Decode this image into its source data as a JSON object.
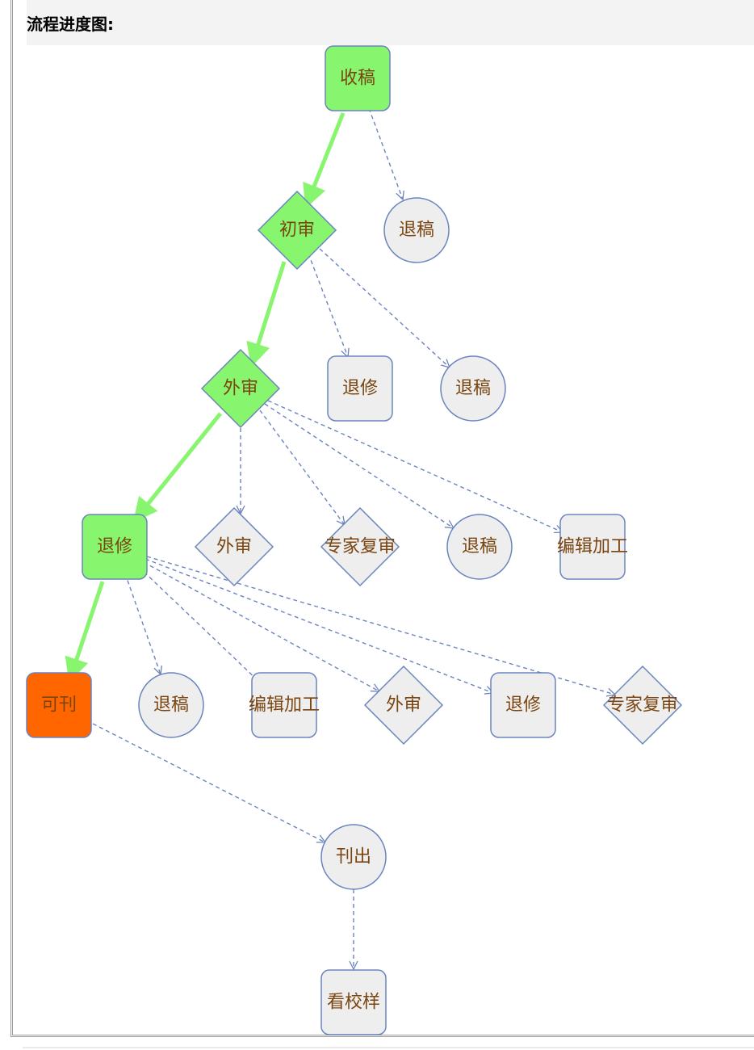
{
  "page": {
    "title": "流程进度图:"
  },
  "colors": {
    "done_fill": "#88f56e",
    "current_fill": "#ff6600",
    "pending_fill": "#eeeeee",
    "stroke": "#6b84be",
    "label": "#7a4510",
    "active_edge": "#88f56e",
    "dashed_edge": "#6b84be"
  },
  "nodes": [
    {
      "id": "n1",
      "label": "收稿",
      "shape": "rounded-rect",
      "status": "done"
    },
    {
      "id": "n2",
      "label": "初审",
      "shape": "diamond",
      "status": "done"
    },
    {
      "id": "n3",
      "label": "退稿",
      "shape": "circle",
      "status": "pending"
    },
    {
      "id": "n4",
      "label": "外审",
      "shape": "diamond",
      "status": "done"
    },
    {
      "id": "n5",
      "label": "退修",
      "shape": "rounded-rect",
      "status": "pending"
    },
    {
      "id": "n6",
      "label": "退稿",
      "shape": "circle",
      "status": "pending"
    },
    {
      "id": "n7",
      "label": "退修",
      "shape": "rounded-rect",
      "status": "done"
    },
    {
      "id": "n8",
      "label": "外审",
      "shape": "diamond",
      "status": "pending"
    },
    {
      "id": "n9",
      "label": "专家复审",
      "shape": "diamond",
      "status": "pending"
    },
    {
      "id": "n10",
      "label": "退稿",
      "shape": "circle",
      "status": "pending"
    },
    {
      "id": "n11",
      "label": "编辑加工",
      "shape": "rounded-rect",
      "status": "pending"
    },
    {
      "id": "n12",
      "label": "可刊",
      "shape": "rounded-rect",
      "status": "current"
    },
    {
      "id": "n13",
      "label": "退稿",
      "shape": "circle",
      "status": "pending"
    },
    {
      "id": "n14",
      "label": "编辑加工",
      "shape": "rounded-rect",
      "status": "pending"
    },
    {
      "id": "n15",
      "label": "外审",
      "shape": "diamond",
      "status": "pending"
    },
    {
      "id": "n16",
      "label": "退修",
      "shape": "rounded-rect",
      "status": "pending"
    },
    {
      "id": "n17",
      "label": "专家复审",
      "shape": "diamond",
      "status": "pending"
    },
    {
      "id": "n18",
      "label": "刊出",
      "shape": "circle",
      "status": "pending"
    },
    {
      "id": "n19",
      "label": "看校样",
      "shape": "rounded-rect",
      "status": "pending"
    }
  ],
  "edges": [
    {
      "from": "n1",
      "to": "n2",
      "style": "active"
    },
    {
      "from": "n1",
      "to": "n3",
      "style": "dashed"
    },
    {
      "from": "n2",
      "to": "n4",
      "style": "active"
    },
    {
      "from": "n2",
      "to": "n5",
      "style": "dashed"
    },
    {
      "from": "n2",
      "to": "n6",
      "style": "dashed"
    },
    {
      "from": "n4",
      "to": "n7",
      "style": "active"
    },
    {
      "from": "n4",
      "to": "n8",
      "style": "dashed"
    },
    {
      "from": "n4",
      "to": "n9",
      "style": "dashed"
    },
    {
      "from": "n4",
      "to": "n10",
      "style": "dashed"
    },
    {
      "from": "n4",
      "to": "n11",
      "style": "dashed"
    },
    {
      "from": "n7",
      "to": "n12",
      "style": "active"
    },
    {
      "from": "n7",
      "to": "n13",
      "style": "dashed"
    },
    {
      "from": "n7",
      "to": "n14",
      "style": "dashed"
    },
    {
      "from": "n7",
      "to": "n15",
      "style": "dashed"
    },
    {
      "from": "n7",
      "to": "n16",
      "style": "dashed"
    },
    {
      "from": "n7",
      "to": "n17",
      "style": "dashed"
    },
    {
      "from": "n12",
      "to": "n18",
      "style": "dashed"
    },
    {
      "from": "n18",
      "to": "n19",
      "style": "dashed"
    }
  ]
}
